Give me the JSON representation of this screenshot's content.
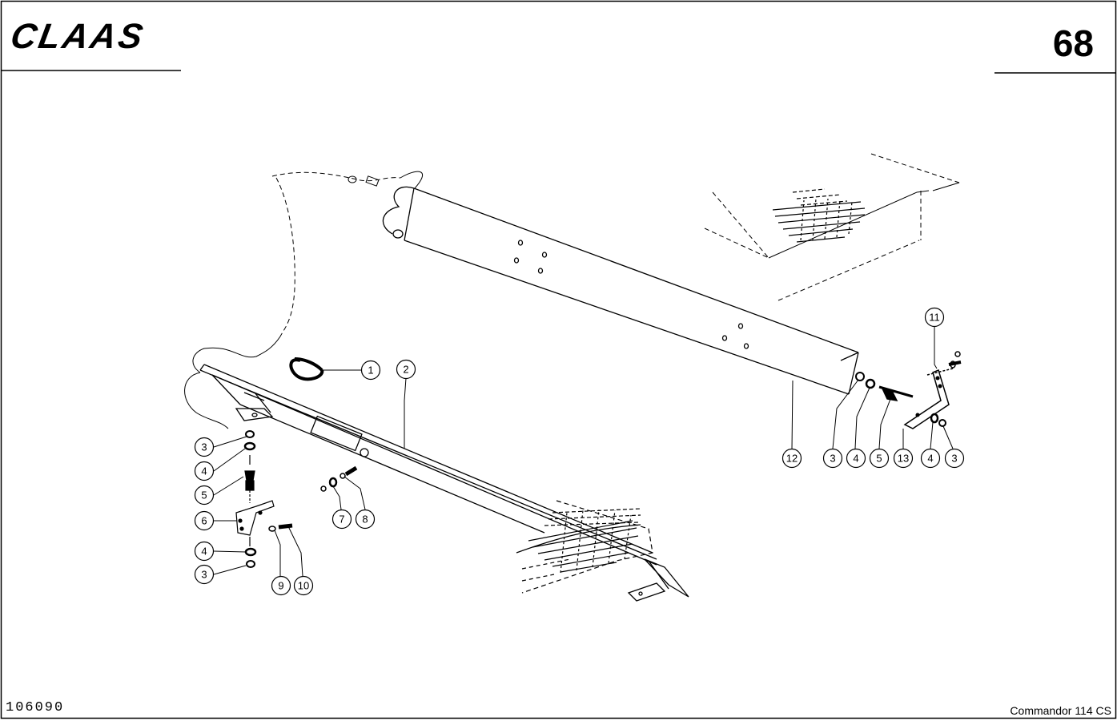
{
  "header": {
    "brand": "CLAAS",
    "page_number": "68"
  },
  "footer": {
    "drawing_number": "106090",
    "model": "Commandor 114 CS"
  },
  "callouts": [
    {
      "id": "c1",
      "label": "1"
    },
    {
      "id": "c2",
      "label": "2"
    },
    {
      "id": "c3a",
      "label": "3"
    },
    {
      "id": "c4a",
      "label": "4"
    },
    {
      "id": "c5a",
      "label": "5"
    },
    {
      "id": "c6",
      "label": "6"
    },
    {
      "id": "c4b",
      "label": "4"
    },
    {
      "id": "c3b",
      "label": "3"
    },
    {
      "id": "c9",
      "label": "9"
    },
    {
      "id": "c10",
      "label": "10"
    },
    {
      "id": "c7",
      "label": "7"
    },
    {
      "id": "c8",
      "label": "8"
    },
    {
      "id": "c12",
      "label": "12"
    },
    {
      "id": "c3c",
      "label": "3"
    },
    {
      "id": "c4c",
      "label": "4"
    },
    {
      "id": "c5c",
      "label": "5"
    },
    {
      "id": "c13",
      "label": "13"
    },
    {
      "id": "c4d",
      "label": "4"
    },
    {
      "id": "c3d",
      "label": "3"
    },
    {
      "id": "c11",
      "label": "11"
    }
  ]
}
